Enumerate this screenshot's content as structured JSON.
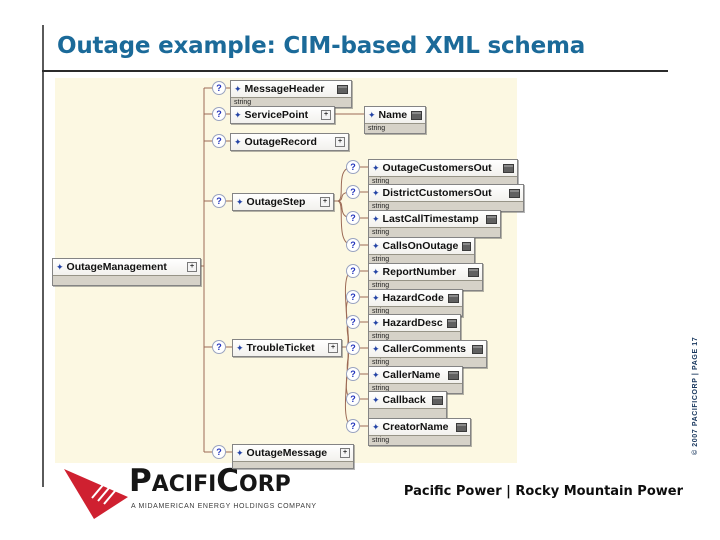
{
  "title": "Outage example: CIM-based XML schema",
  "icons": {
    "diamond": "✦",
    "question": "?",
    "expand": "+"
  },
  "diagram": {
    "string_type": "string",
    "nodes": {
      "outage_management": "OutageManagement",
      "message_header": "MessageHeader",
      "service_point": "ServicePoint",
      "name": "Name",
      "outage_record": "OutageRecord",
      "outage_step": "OutageStep",
      "outage_customers_out": "OutageCustomersOut",
      "district_customers_out": "DistrictCustomersOut",
      "last_call_timestamp": "LastCallTimestamp",
      "calls_on_outage": "CallsOnOutage",
      "trouble_ticket": "TroubleTicket",
      "report_number": "ReportNumber",
      "hazard_code": "HazardCode",
      "hazard_desc": "HazardDesc",
      "caller_comments": "CallerComments",
      "caller_name": "CallerName",
      "callback": "Callback",
      "creator_name": "CreatorName",
      "outage_message": "OutageMessage"
    }
  },
  "footer": {
    "logo_text": "PacifiCorp",
    "logo_tagline": "A MIDAMERICAN ENERGY HOLDINGS COMPANY",
    "brands": "Pacific Power | Rocky Mountain Power"
  },
  "side_note": "© 2007 PACIFICORP  |  PAGE 17"
}
